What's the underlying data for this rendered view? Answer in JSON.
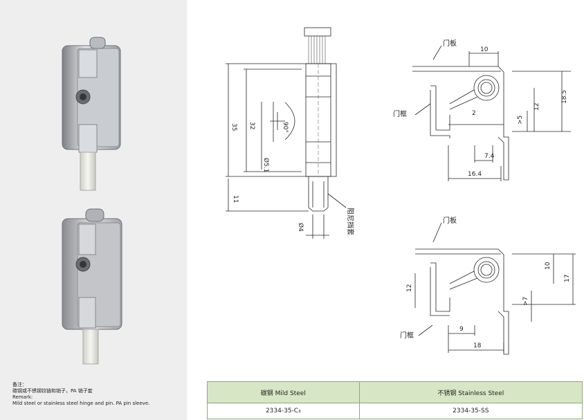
{
  "remark": {
    "line1": "备注：",
    "line2": "碳钢或不锈钢铰链和销子，PA 销子套",
    "line3": "Remark:",
    "line4": "Mild steel or stainless steel hinge and pin.  PA pin sleeve."
  },
  "drawing": {
    "front_view": {
      "dim_35": "35",
      "dim_32": "32",
      "dim_90": "90°",
      "dim_phi51": "Ø5.1",
      "dim_11": "11",
      "dim_phi4": "Ø4",
      "label_damper": "阻尼挡套"
    },
    "top_view": {
      "label_door": "门板",
      "label_frame": "门框",
      "dim_10": "10",
      "dim_2": "2",
      "dim_12": "12",
      "dim_185": "18.5",
      "dim_5": ">5",
      "dim_74": "7.4",
      "dim_164": "16.4"
    },
    "bottom_view": {
      "label_door": "门板",
      "label_frame": "门框",
      "dim_10": "10",
      "dim_17": "17",
      "dim_12": "12",
      "dim_7": ">7",
      "dim_9": "9",
      "dim_18": "18"
    }
  },
  "spec_table": {
    "headers": [
      "碳钢 Mild Steel",
      "不锈钢 Stainless Steel"
    ],
    "row": [
      "2334-35-C₃",
      "2334-35-SS"
    ]
  }
}
